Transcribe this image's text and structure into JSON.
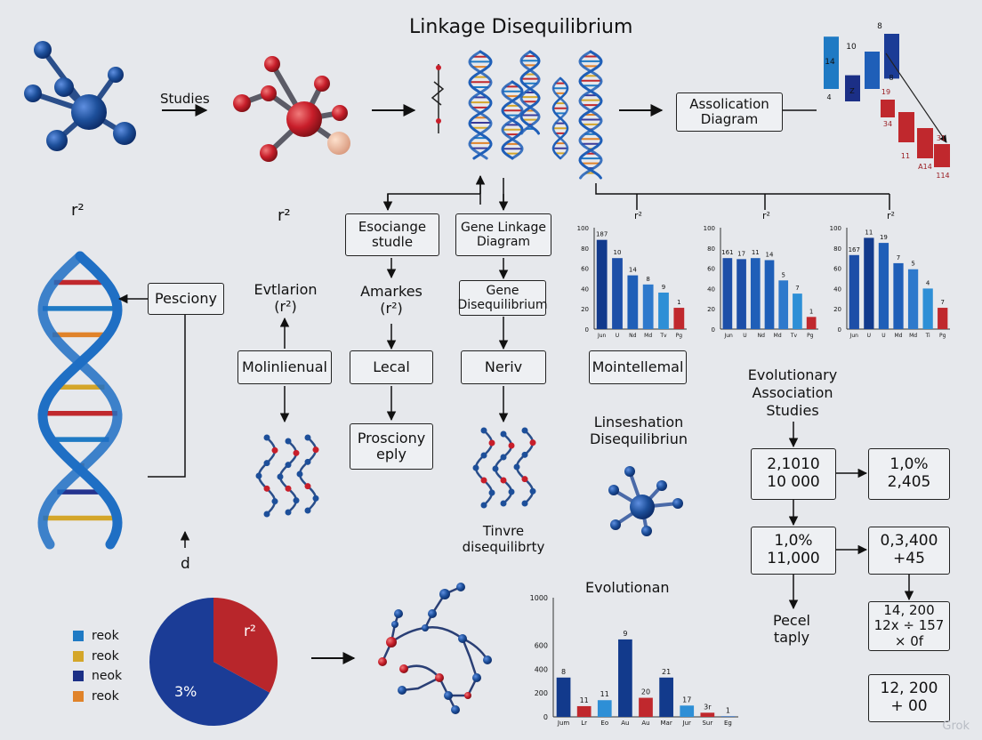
{
  "title": "Linkage Disequilibrium",
  "labels": {
    "studies": "Studies",
    "r2_left": "r²",
    "r2_mid": "r²",
    "d_label": "d",
    "evtlarion": "Evtlarion\n(r²)",
    "amarkes": "Amarkes\n(r²)",
    "linsesh": "Linseshation\nDisequilibriun",
    "tinvre": "Tinvre\ndisequilibrty",
    "evo_assoc": "Evolutionary\nAssociation\nStudies",
    "pecel": "Pecel\ntaply",
    "pie_r2": "r²",
    "pie_pct": "3%",
    "bar_r2_1": "r²",
    "bar_r2_2": "r²",
    "bar_r2_3": "r²",
    "watermark": "Grok"
  },
  "boxes": {
    "association_diagram": "Assolication\nDiagram",
    "esociange": "Esociange\nstudle",
    "gene_linkage": "Gene Linkage\nDiagram",
    "gene_diseq": "Gene\nDisequilibrium",
    "pesciony": "Pesciony",
    "molinlienual": "Molinlienual",
    "lecal": "Lecal",
    "neriv": "Neriv",
    "mointellemal": "Mointellemal",
    "prosciony": "Prosciony\neply",
    "n1": "2,1010\n10 000",
    "n2": "1,0%\n2,405",
    "n3": "1,0%\n11,000",
    "n4": "0,3,400\n+45",
    "n5": "14, 200\n12x ÷ 157\n× 0f",
    "n6": "12, 200\n+ 00"
  },
  "legend": [
    {
      "label": "reok",
      "color": "#1f7ac4"
    },
    {
      "label": "reok",
      "color": "#d4a62a"
    },
    {
      "label": "neok",
      "color": "#1b2f86"
    },
    {
      "label": "reok",
      "color": "#e0832a"
    }
  ],
  "colors": {
    "blue_dark": "#123a8c",
    "blue_mid": "#1f5fb8",
    "blue_light": "#2e8fd6",
    "red": "#c0282d",
    "molecule_blue": "#1d4f9a",
    "molecule_red": "#c81e2a"
  },
  "chart_data": [
    {
      "type": "bar",
      "title": "",
      "categories": [
        "14",
        "Z",
        "10",
        "8"
      ],
      "values": [
        14,
        7,
        10,
        12
      ],
      "data_labels": [
        "14",
        "Z",
        "10",
        "8"
      ],
      "second_labels": [
        "4",
        "Z",
        "8"
      ],
      "red_labels": [
        "19",
        "34",
        "11",
        "A14",
        "31",
        "114"
      ]
    },
    {
      "type": "bar",
      "title": "",
      "ylabel": "r²",
      "ylim": [
        0,
        100
      ],
      "yticks": [
        "100",
        "80",
        "60",
        "40",
        "20",
        "0"
      ],
      "categories": [
        "Jun",
        "U",
        "Nd",
        "Md",
        "Tv",
        "Pg"
      ],
      "values": [
        88,
        70,
        53,
        44,
        36,
        21
      ],
      "data_labels": [
        "187",
        "10",
        "14",
        "8",
        "9",
        "1"
      ]
    },
    {
      "type": "bar",
      "title": "",
      "ylabel": "r²",
      "ylim": [
        0,
        100
      ],
      "yticks": [
        "100",
        "80",
        "60",
        "40",
        "20",
        "0"
      ],
      "categories": [
        "Jun",
        "U",
        "Nd",
        "Md",
        "Tv",
        "Pg"
      ],
      "values": [
        70,
        69,
        70,
        68,
        48,
        35,
        12
      ],
      "data_labels": [
        "161",
        "17",
        "11",
        "14",
        "5",
        "7",
        "1"
      ]
    },
    {
      "type": "bar",
      "title": "",
      "ylabel": "r²",
      "ylim": [
        0,
        100
      ],
      "yticks": [
        "100",
        "80",
        "60",
        "40",
        "20",
        "0"
      ],
      "categories": [
        "Jun",
        "U",
        "U",
        "Md",
        "Md",
        "Ti",
        "Pg"
      ],
      "values": [
        73,
        90,
        85,
        65,
        59,
        40,
        21
      ],
      "data_labels": [
        "167",
        "11",
        "19",
        "7",
        "5",
        "4",
        "7"
      ]
    },
    {
      "type": "bar",
      "title": "Evolutionan",
      "ylim": [
        0,
        1000
      ],
      "yticks": [
        "1000",
        "600",
        "400",
        "200",
        "0"
      ],
      "categories": [
        "Jum",
        "Lr",
        "Eo",
        "Au",
        "Au",
        "Mar",
        "Jur",
        "Sur",
        "Eg"
      ],
      "values": [
        330,
        90,
        140,
        650,
        160,
        330,
        95,
        35,
        5
      ],
      "data_labels": [
        "8",
        "11",
        "11",
        "9",
        "20",
        "21",
        "17",
        "3r",
        "1"
      ]
    },
    {
      "type": "pie",
      "values": [
        67,
        33
      ],
      "labels": [
        "3%",
        "r²"
      ]
    }
  ]
}
